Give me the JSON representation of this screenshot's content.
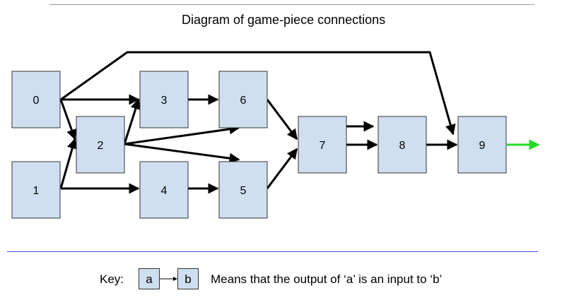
{
  "title": "Diagram of game-piece connections",
  "nodes": [
    "0",
    "1",
    "2",
    "3",
    "4",
    "5",
    "6",
    "7",
    "8",
    "9"
  ],
  "edges": [
    [
      "0",
      "3"
    ],
    [
      "0",
      "2"
    ],
    [
      "0",
      "9"
    ],
    [
      "1",
      "2"
    ],
    [
      "1",
      "4"
    ],
    [
      "2",
      "3"
    ],
    [
      "2",
      "6"
    ],
    [
      "2",
      "5"
    ],
    [
      "3",
      "6"
    ],
    [
      "4",
      "5"
    ],
    [
      "6",
      "7"
    ],
    [
      "5",
      "7"
    ],
    [
      "7",
      "8"
    ],
    [
      "7",
      "8"
    ],
    [
      "8",
      "9"
    ]
  ],
  "output_from": "9",
  "colors": {
    "box_fill": "#cfdff0",
    "edge": "#000000",
    "output_edge": "#22dd22",
    "divider": "#3a4fd6"
  },
  "key": {
    "label": "Key:",
    "a": "a",
    "b": "b",
    "description": "Means that the output of ‘a’ is an input to ‘b’"
  }
}
